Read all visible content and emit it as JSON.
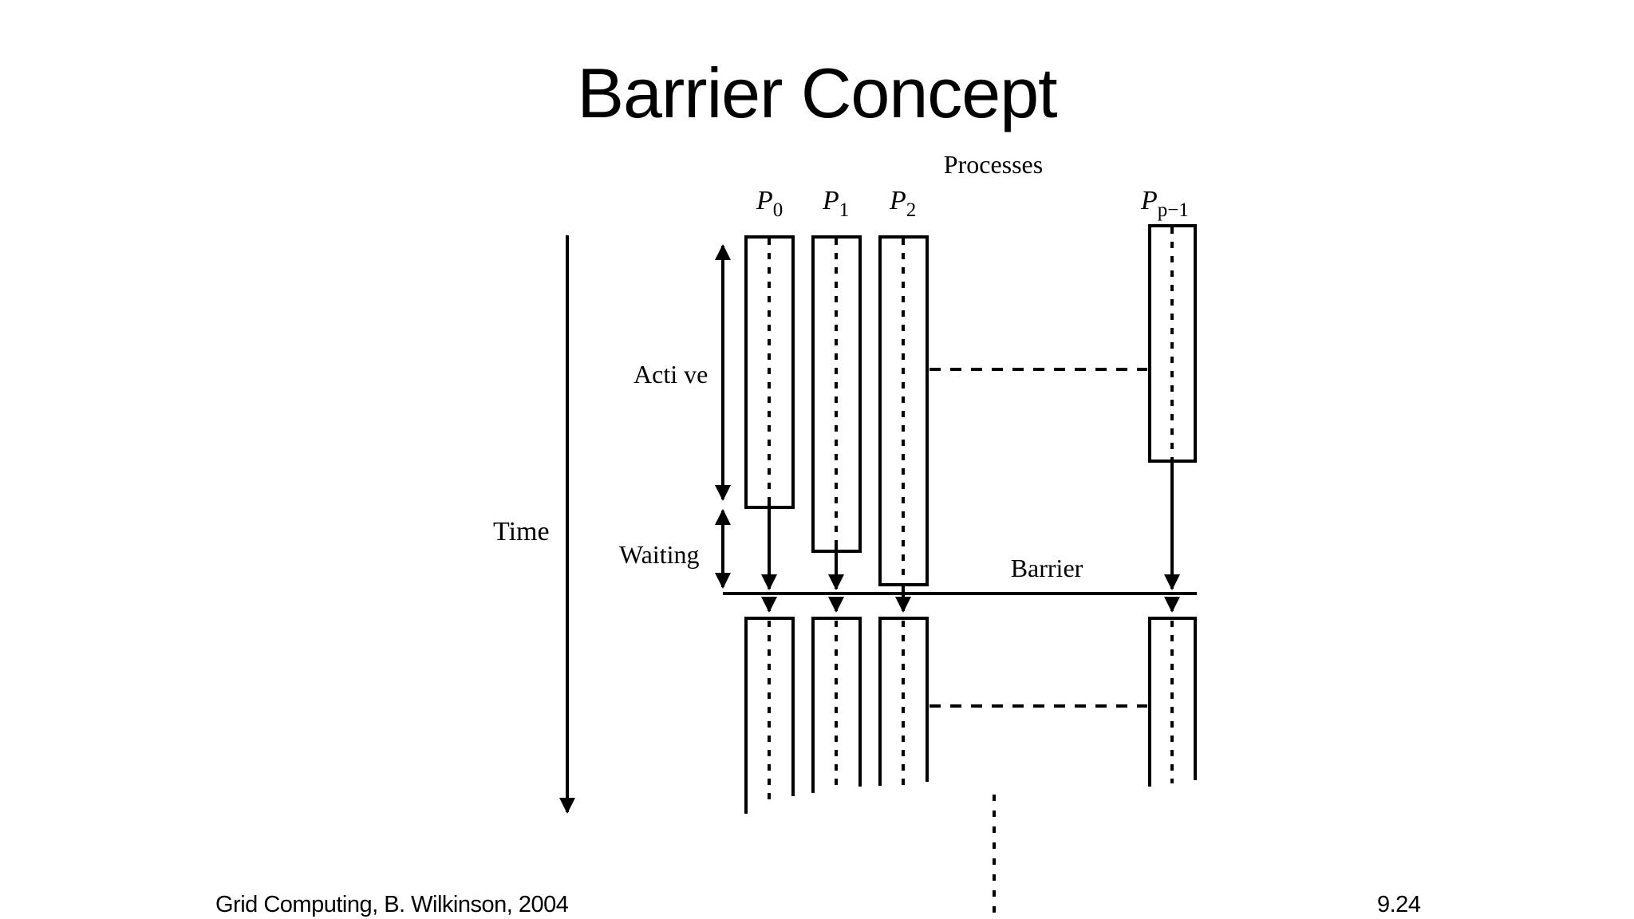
{
  "title": "Barrier Concept",
  "diagram": {
    "processes_label": "Processes",
    "process_labels": [
      {
        "base": "P",
        "sub": "0"
      },
      {
        "base": "P",
        "sub": "1"
      },
      {
        "base": "P",
        "sub": "2"
      },
      {
        "base": "P",
        "sub": "p−1"
      }
    ],
    "time_label": "Time",
    "active_label": "Acti ve",
    "waiting_label": "Waiting",
    "barrier_label": "Barrier"
  },
  "footer": {
    "source": "Grid Computing, B. Wilkinson, 2004",
    "page_number": "9.24"
  }
}
